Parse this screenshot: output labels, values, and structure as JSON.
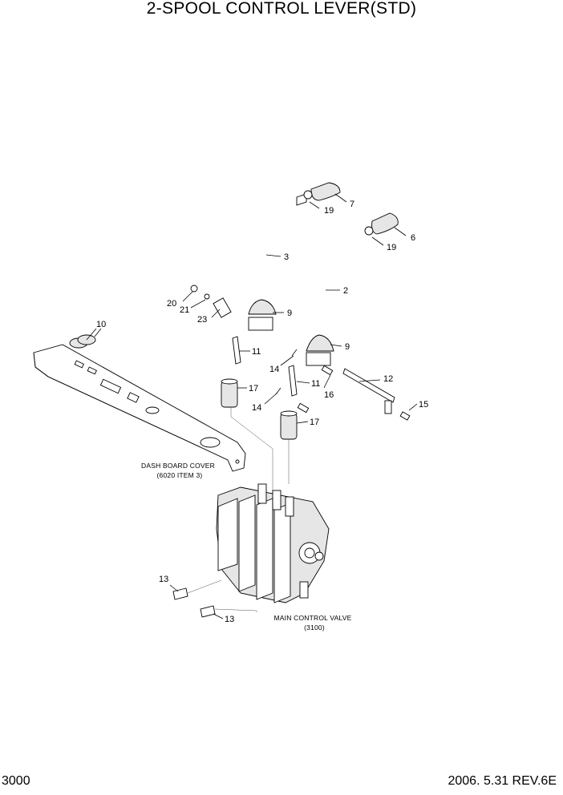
{
  "title": "2-SPOOL CONTROL LEVER(STD)",
  "page_number": "3000",
  "revision": "2006. 5.31  REV.6E",
  "callouts": {
    "c1": "7",
    "c2": "19",
    "c3": "6",
    "c4": "19",
    "c5": "3",
    "c6": "2",
    "c7": "20",
    "c8": "21",
    "c9": "23",
    "c10": "9",
    "c11": "9",
    "c12": "10",
    "c13": "11",
    "c14": "14",
    "c15": "11",
    "c16": "12",
    "c17": "17",
    "c18": "14",
    "c19": "16",
    "c20": "15",
    "c21": "17",
    "c22": "13",
    "c23": "13"
  },
  "captions": {
    "dash_cover_line1": "DASH BOARD COVER",
    "dash_cover_line2": "(6020 ITEM 3)",
    "valve_line1": "MAIN CONTROL VALVE",
    "valve_line2": "(3100)"
  }
}
